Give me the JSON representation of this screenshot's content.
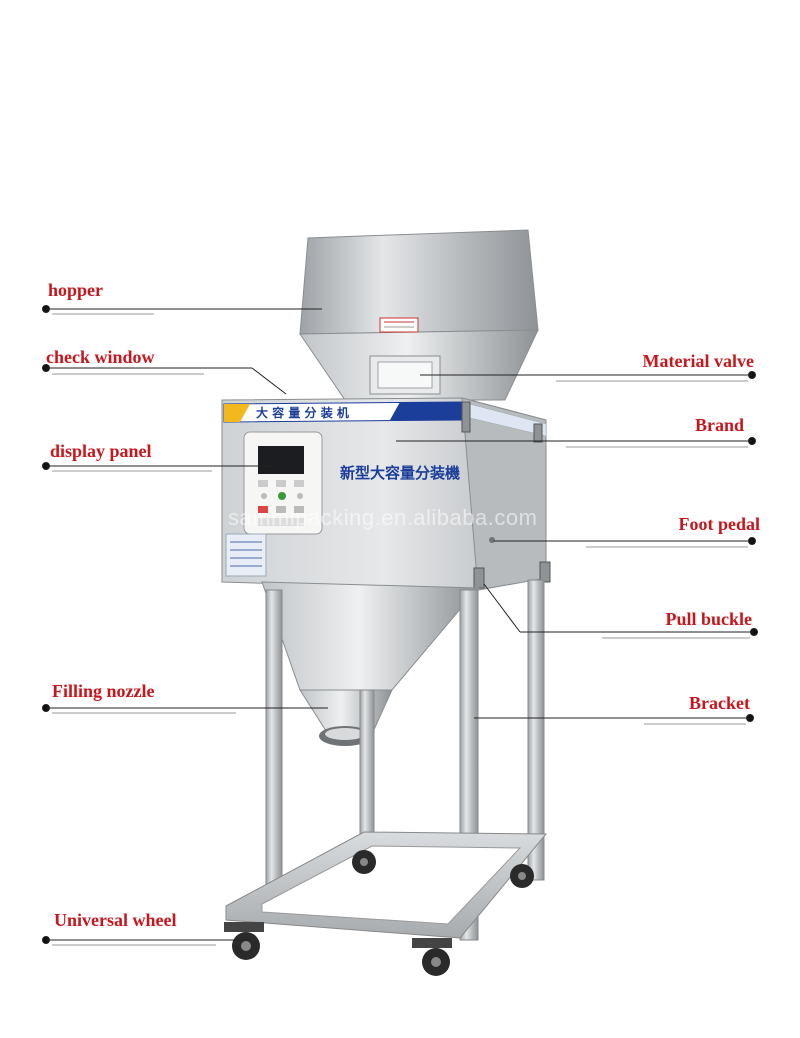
{
  "labels": {
    "hopper": "hopper",
    "check_window": "check window",
    "display_panel": "display panel",
    "filling_nozzle": "Filling nozzle",
    "universal_wheel": "Universal wheel",
    "material_valve": "Material valve",
    "brand": "Brand",
    "foot_pedal": "Foot pedal",
    "pull_buckle": "Pull buckle",
    "bracket": "Bracket"
  },
  "machine": {
    "banner_text": "大 容 量 分 装 机",
    "front_title": "新型大容量分装機"
  },
  "watermark": "sammipacking.en.alibaba.com",
  "colors": {
    "label": "#c8161d",
    "steel": "#b9bcbf",
    "banner": "#1b3e9b",
    "accent": "#f2b91c"
  }
}
